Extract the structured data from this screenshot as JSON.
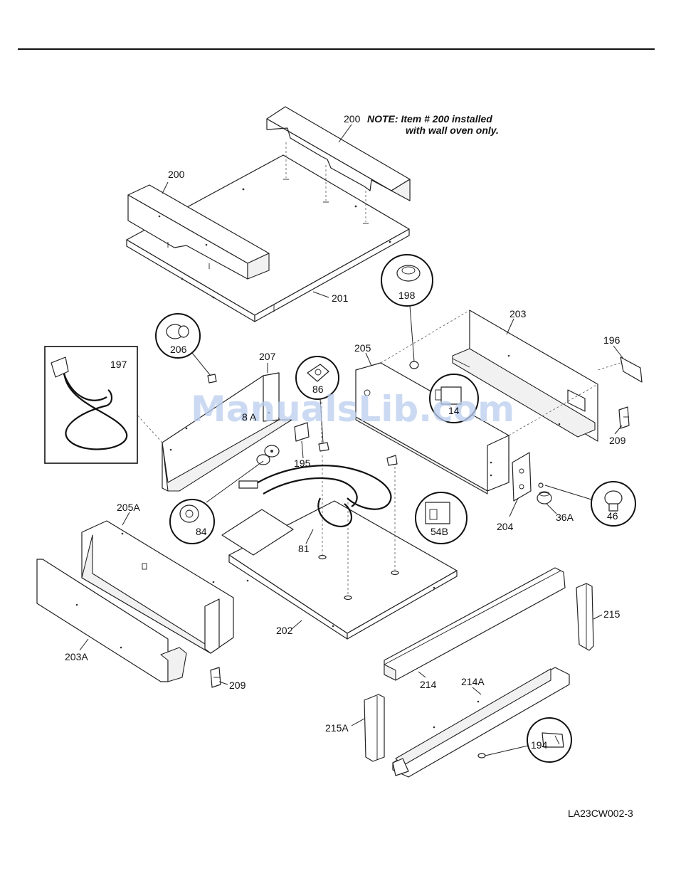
{
  "labels": {
    "p200_top": "200",
    "p200_left": "200",
    "p201": "201",
    "p198": "198",
    "p203": "203",
    "p196": "196",
    "p205": "205",
    "p206": "206",
    "p207": "207",
    "p197": "197",
    "p86": "86",
    "p14": "14",
    "p8a": "8 A",
    "p195": "195",
    "p209_right": "209",
    "p204": "204",
    "p36a": "36A",
    "p46": "46",
    "p54b": "54B",
    "p84": "84",
    "p81": "81",
    "p205a": "205A",
    "p203a": "203A",
    "p202": "202",
    "p215": "215",
    "p214": "214",
    "p214a": "214A",
    "p209_left": "209",
    "p215a": "215A",
    "p194": "194"
  },
  "note": {
    "line1": "NOTE: Item # 200 installed",
    "line2": "with wall oven only."
  },
  "drawing_code": "LA23CW002-3",
  "watermark": "ManualsLib.com"
}
